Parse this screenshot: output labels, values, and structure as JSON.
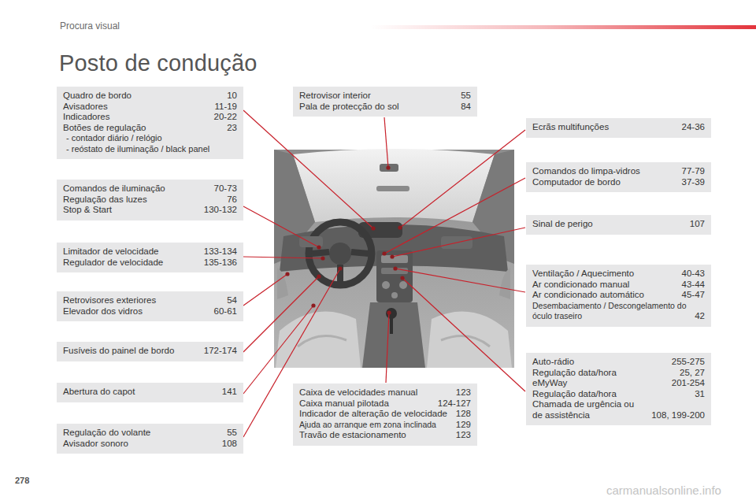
{
  "diagram": {
    "title": "Posto de condução",
    "nodes": [
      {
        "text": [
          "Quadro de bordo",
          "10",
          "Avisadores",
          "11-19",
          "Indicadores",
          "20-22",
          "Botões de regulação",
          "23",
          "- contador diário / relógio",
          "- reóstato de iluminação / black panel"
        ]
      },
      {
        "text": [
          "Comandos de iluminação",
          "70-73",
          "Regulação das luzes",
          "76",
          "Stop & Start",
          "130-132"
        ]
      },
      {
        "text": [
          "Limitador de velocidade",
          "133-134",
          "Regulador de velocidade",
          "135-136"
        ]
      },
      {
        "text": [
          "Retrovisores exteriores",
          "54",
          "Elevador dos vidros",
          "60-61"
        ]
      },
      {
        "text": [
          "Fusíveis do painel de bordo",
          "172-174"
        ]
      },
      {
        "text": [
          "Abertura do capot",
          "141"
        ]
      },
      {
        "text": [
          "Regulação do volante",
          "55",
          "Avisador sonoro",
          "108"
        ]
      },
      {
        "text": [
          "Retrovisor interior",
          "55",
          "Pala de protecção do sol",
          "84"
        ]
      },
      {
        "text": [
          "Ecrãs multifunções",
          "24-36"
        ]
      },
      {
        "text": [
          "Comandos do limpa-vidros",
          "77-79",
          "Computador de bordo",
          "37-39"
        ]
      },
      {
        "text": [
          "Sinal de perigo",
          "107"
        ]
      },
      {
        "text": [
          "Ventilação / Aquecimento",
          "40-43",
          "Ar condicionado manual",
          "43-44",
          "Ar condicionado automático",
          "45-47",
          "Desembaciamento / Descongelamento do óculo traseiro",
          "42"
        ]
      },
      {
        "text": [
          "Auto-rádio",
          "255-275",
          "Regulação data/hora",
          "25, 27",
          "eMyWay",
          "201-254",
          "Regulação data/hora",
          "31",
          "Chamada de urgência ou de assistência",
          "108, 199-200"
        ]
      },
      {
        "text": [
          "Caixa de velocidades manual",
          "123",
          "Caixa manual pilotada",
          "124-127",
          "Indicador de alteração de velocidade",
          "128",
          "Ajuda ao arranque em zona inclinada",
          "129",
          "Travão de estacionamento",
          "123"
        ]
      }
    ],
    "labels": [
      "Procura visual",
      "278",
      "carmanualsonline.info"
    ]
  }
}
